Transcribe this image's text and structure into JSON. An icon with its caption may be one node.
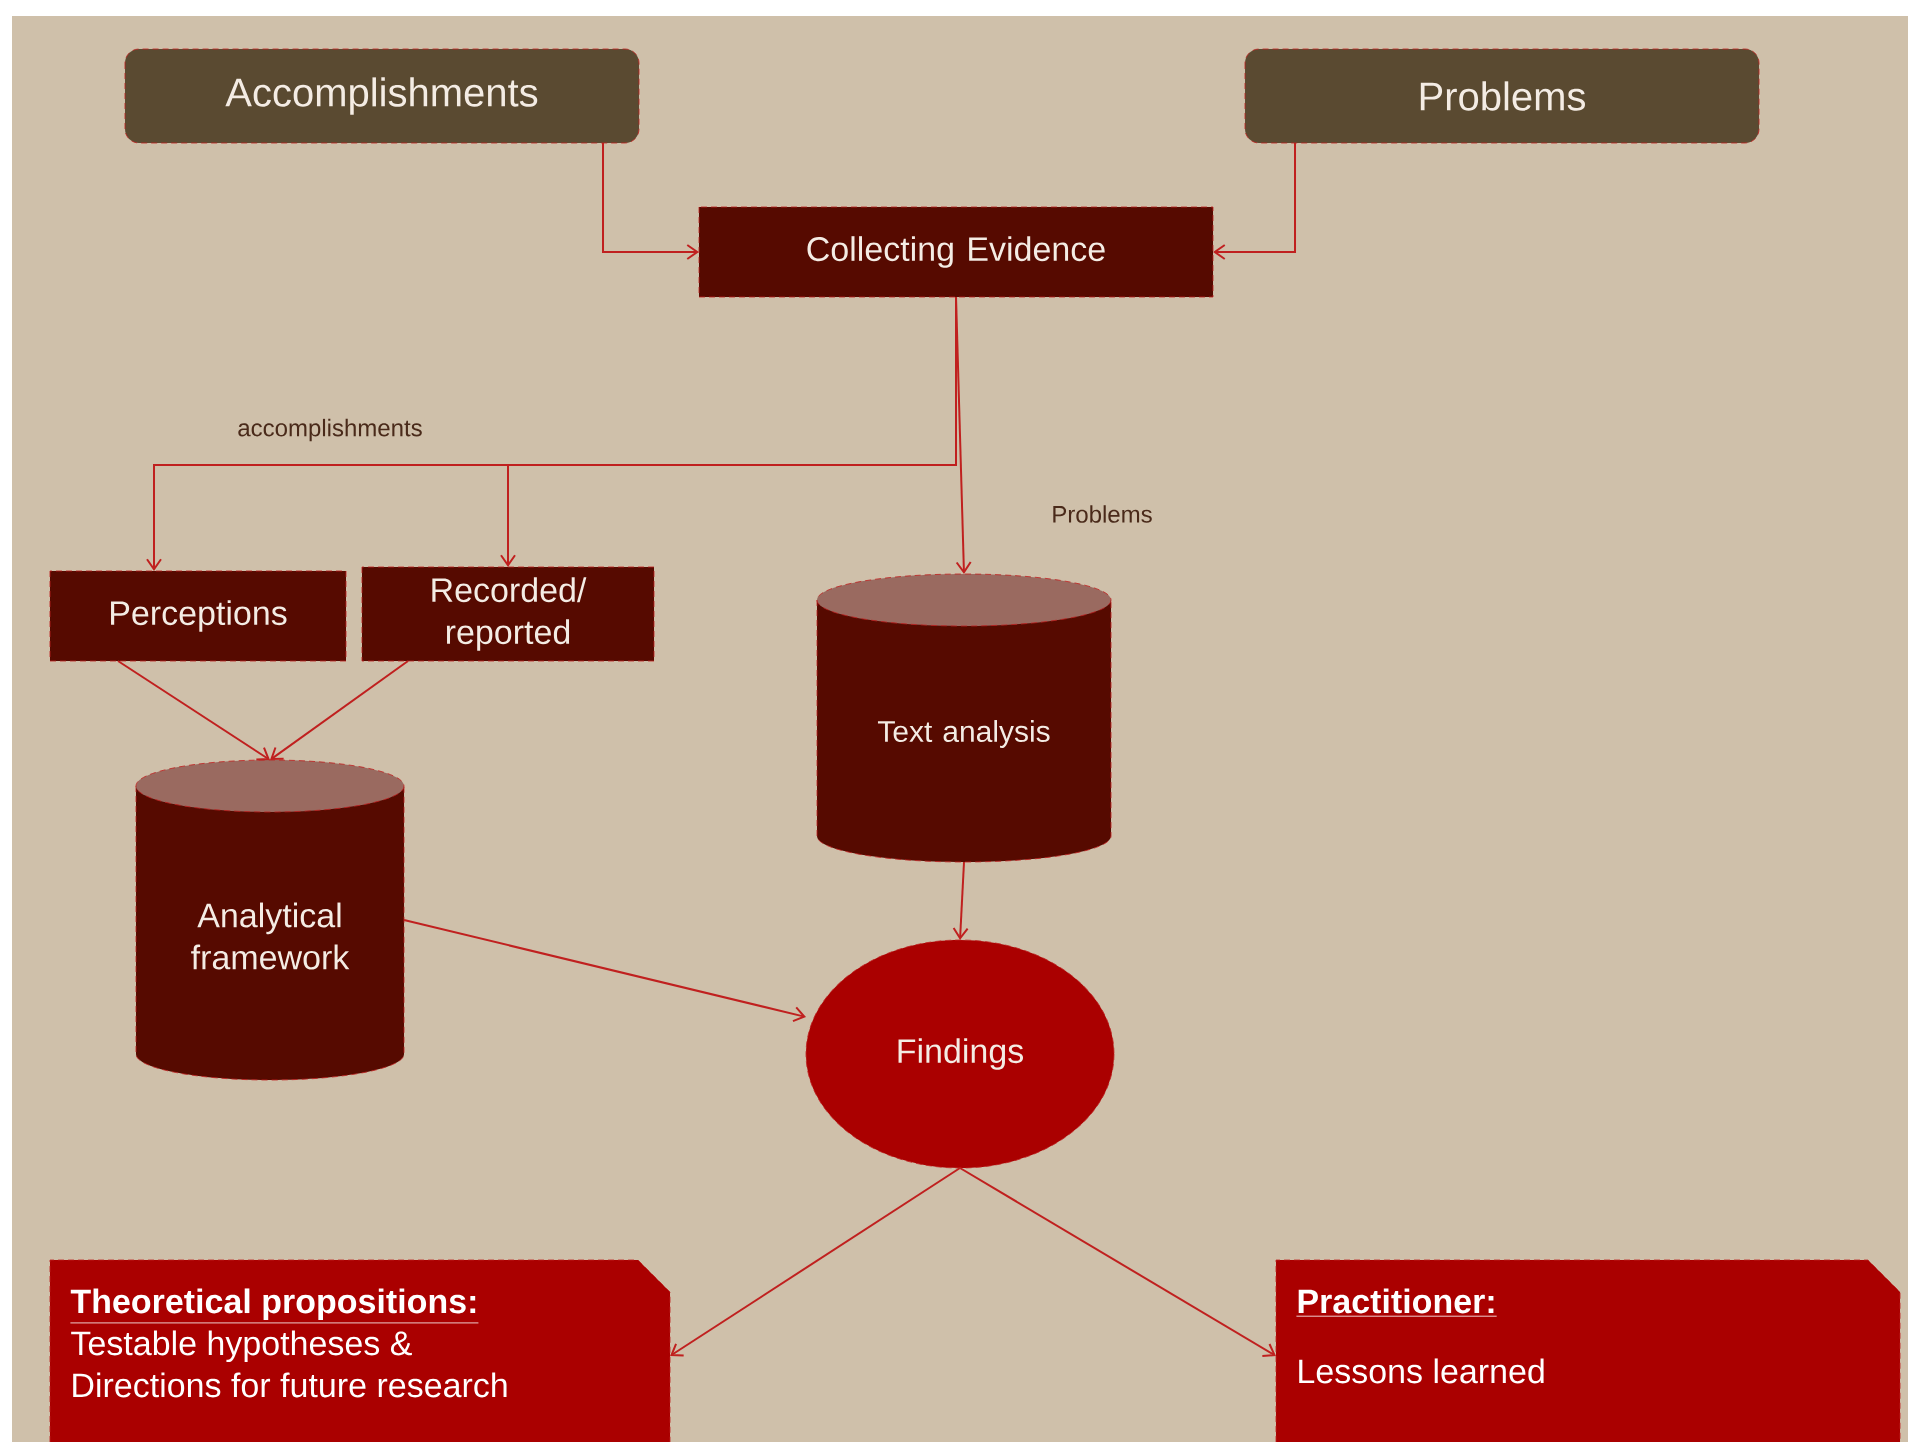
{
  "diagram": {
    "nodes": [
      {
        "text": [
          "Accomplishments"
        ]
      },
      {
        "text": [
          "Problems"
        ]
      },
      {
        "text": [
          "Collecting Evidence"
        ]
      },
      {
        "text": [
          "Perceptions"
        ]
      },
      {
        "text": [
          "Recorded/ reported"
        ]
      },
      {
        "text": [
          "Text analysis"
        ]
      },
      {
        "text": [
          "Analytical framework"
        ]
      },
      {
        "text": [
          "Findings"
        ]
      },
      {
        "text": [
          "Theoretical propositions:",
          "Testable hypotheses &",
          "Directions for future research"
        ]
      },
      {
        "text": [
          "Practitioner:",
          "Lessons learned"
        ]
      }
    ],
    "edges": [
      {
        "from": 0,
        "to": 2,
        "arrow": "to"
      },
      {
        "from": 1,
        "to": 2,
        "arrow": "to"
      },
      {
        "from": 2,
        "to": 3,
        "arrow": "to",
        "label": "accomplishments"
      },
      {
        "from": 2,
        "to": 4,
        "arrow": "to"
      },
      {
        "from": 2,
        "to": 5,
        "arrow": "to",
        "label": "Problems"
      },
      {
        "from": 3,
        "to": 6,
        "arrow": "to"
      },
      {
        "from": 4,
        "to": 6,
        "arrow": "to"
      },
      {
        "from": 5,
        "to": 7,
        "arrow": "to"
      },
      {
        "from": 6,
        "to": 7,
        "arrow": "to"
      },
      {
        "from": 7,
        "to": 8,
        "arrow": "to"
      },
      {
        "from": 7,
        "to": 9,
        "arrow": "to"
      }
    ]
  }
}
